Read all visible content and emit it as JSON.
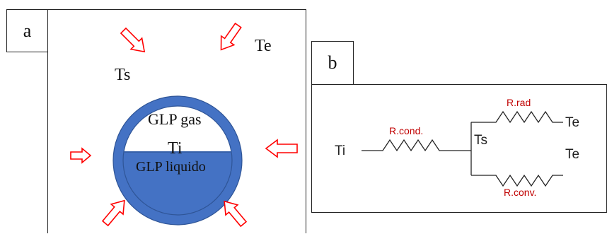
{
  "panel_a": {
    "tag": "a",
    "labels": {
      "te": "Te",
      "ts": "Ts",
      "gas": "GLP gas",
      "ti": "Ti",
      "liquid": "GLP liquido"
    },
    "colors": {
      "tank": "#4472c4",
      "tank_outline": "#2f5597",
      "arrow": "#ff0000"
    }
  },
  "panel_b": {
    "tag": "b",
    "labels": {
      "ti": "Ti",
      "r_cond": "R.cond.",
      "ts": "Ts",
      "r_rad": "R.rad",
      "r_conv": "R.conv.",
      "te_top": "Te",
      "te_bottom": "Te"
    },
    "colors": {
      "resistor_label": "#c00000",
      "wire": "#222222"
    }
  }
}
